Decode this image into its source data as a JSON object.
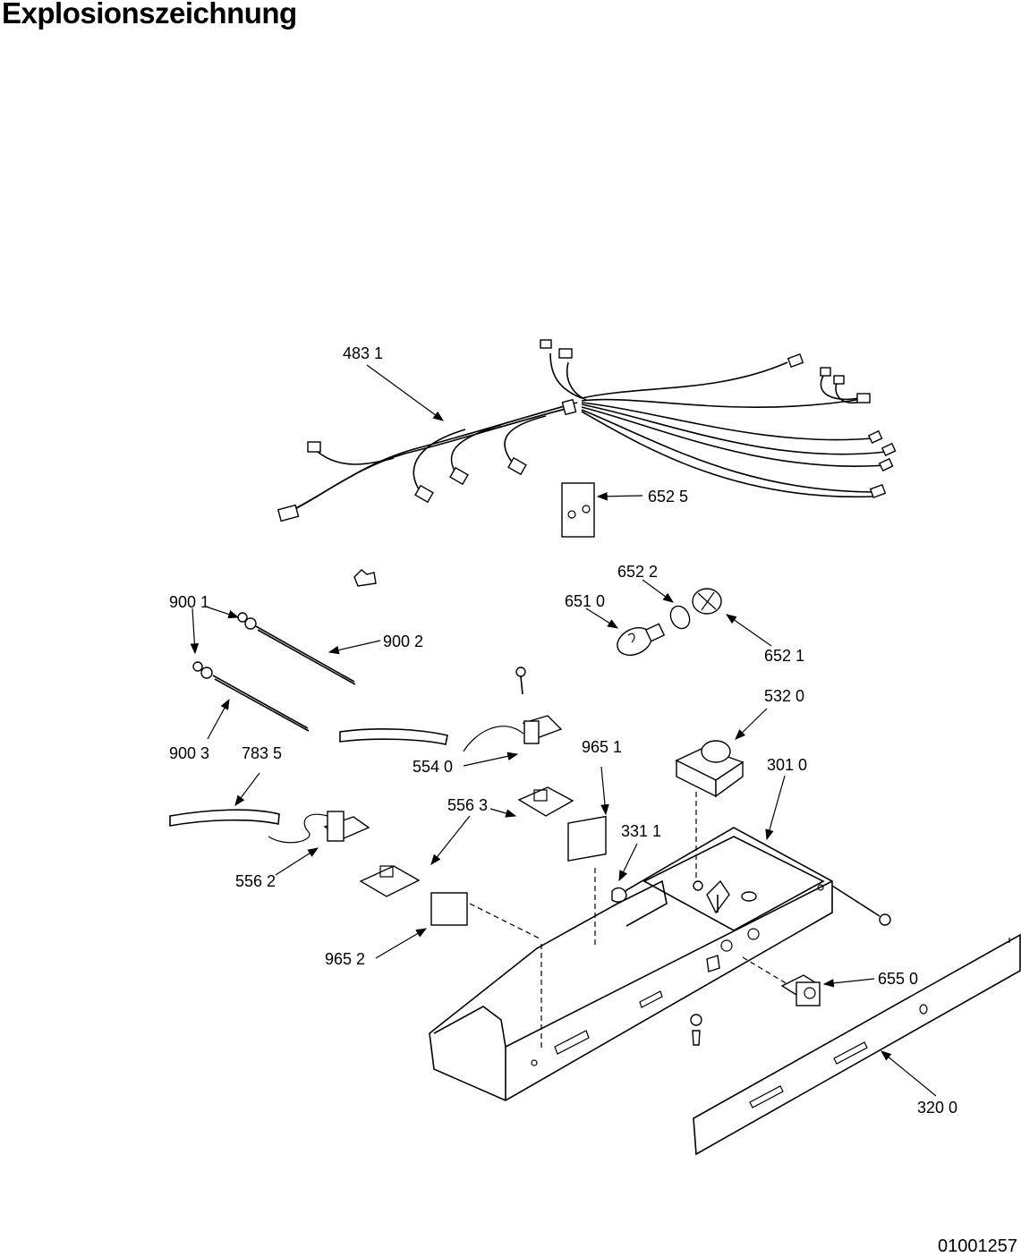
{
  "title": "Explosionszeichnung",
  "document_number": "01001257",
  "part_labels": {
    "p4831": "483 1",
    "p6525": "652 5",
    "p6522": "652 2",
    "p6510": "651 0",
    "p6521": "652 1",
    "p9001": "900 1",
    "p9002": "900 2",
    "p9003": "900 3",
    "p7835": "783 5",
    "p5540": "554 0",
    "p9651": "965 1",
    "p5320": "532 0",
    "p3010": "301 0",
    "p5563": "556 3",
    "p3311": "331 1",
    "p5562": "556 2",
    "p9652": "965 2",
    "p6550": "655 0",
    "p3200": "320 0"
  }
}
